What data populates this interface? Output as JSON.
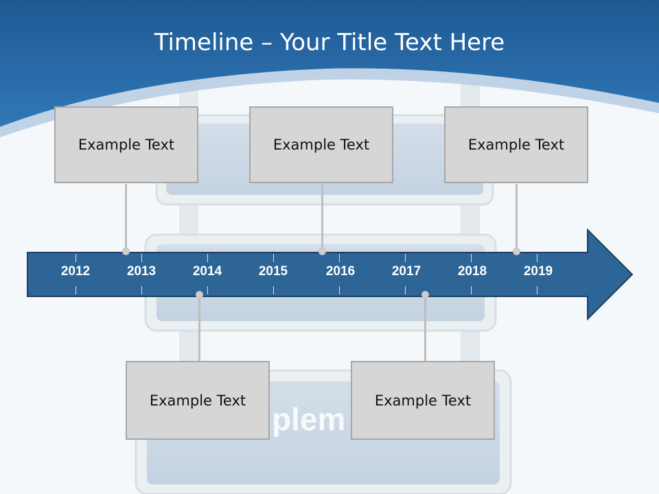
{
  "slide": {
    "title": "Timeline – Your Title Text Here",
    "watermark_text": "plem"
  },
  "timeline": {
    "years": [
      "2012",
      "2013",
      "2014",
      "2015",
      "2016",
      "2017",
      "2018",
      "2019"
    ],
    "top_boxes": [
      {
        "label": "Example Text"
      },
      {
        "label": "Example Text"
      },
      {
        "label": "Example Text"
      }
    ],
    "bottom_boxes": [
      {
        "label": "Example Text"
      },
      {
        "label": "Example Text"
      }
    ]
  },
  "colors": {
    "header_blue": "#2a69a6",
    "arrow_blue": "#2c6596",
    "box_fill": "#d6d6d6",
    "box_border": "#a7a7a7"
  }
}
